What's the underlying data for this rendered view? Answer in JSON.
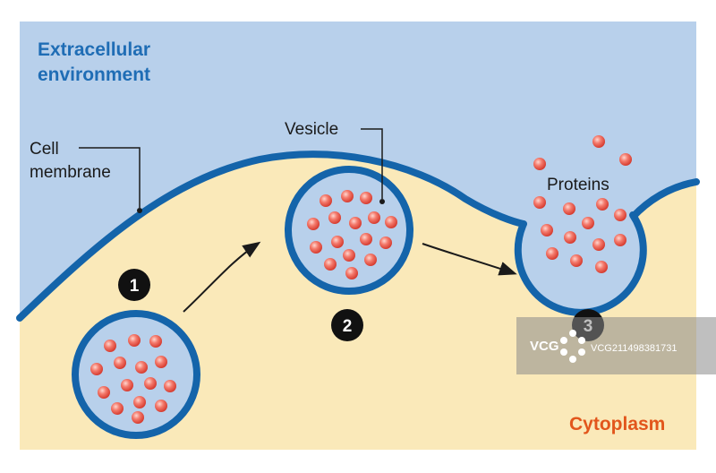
{
  "labels": {
    "extracellular_line1": "Extracellular",
    "extracellular_line2": "environment",
    "cytoplasm": "Cytoplasm",
    "cell_line1": "Cell",
    "cell_line2": "membrane",
    "vesicle": "Vesicle",
    "proteins": "Proteins"
  },
  "steps": [
    "1",
    "2",
    "3"
  ],
  "watermark": {
    "logo": "VCG",
    "id": "VCG211498381731"
  },
  "colors": {
    "extracellular": "#b8d0eb",
    "cytoplasm": "#fae9b9",
    "membrane": "#1464aa",
    "vesicle_fill": "#b8d0eb",
    "protein": "#f05f52",
    "title": "#1f6db5",
    "cytoplasm_label": "#e2561c"
  }
}
